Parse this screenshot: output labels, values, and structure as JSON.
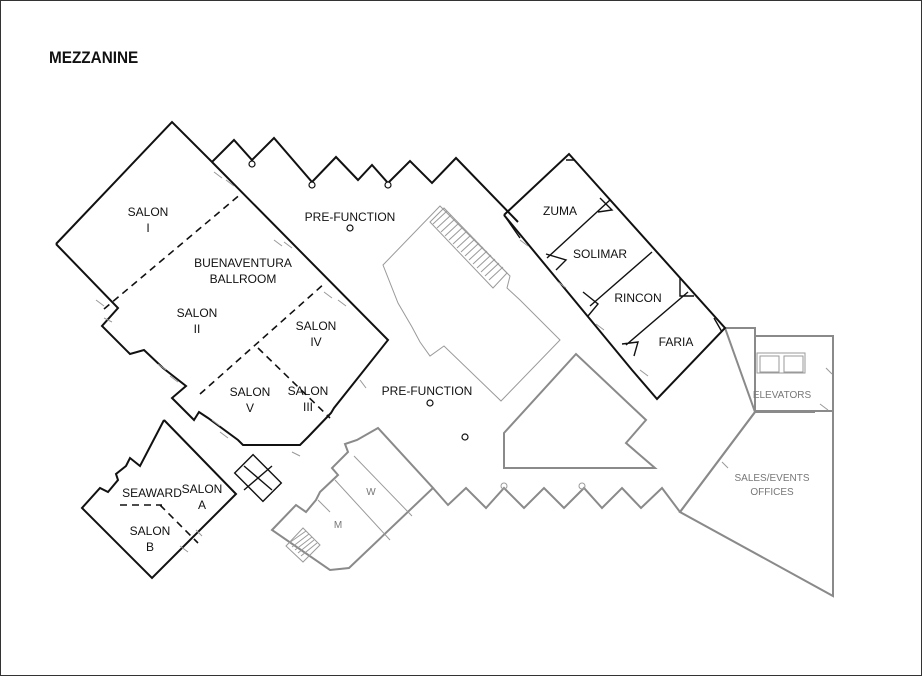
{
  "map": {
    "title": "MEZZANINE",
    "rooms": {
      "salon_1": [
        "SALON",
        "I"
      ],
      "ballroom": [
        "BUENAVENTURA",
        "BALLROOM"
      ],
      "salon_2": [
        "SALON",
        "II"
      ],
      "salon_4": [
        "SALON",
        "IV"
      ],
      "salon_5": [
        "SALON",
        "V"
      ],
      "salon_3": [
        "SALON",
        "III"
      ],
      "seaward": "SEAWARD",
      "salon_a": [
        "SALON",
        "A"
      ],
      "salon_b": [
        "SALON",
        "B"
      ],
      "prefunction_upper": "PRE-FUNCTION",
      "prefunction_lower": "PRE-FUNCTION",
      "zuma": "ZUMA",
      "solimar": "SOLIMAR",
      "rincon": "RINCON",
      "faria": "FARIA",
      "elevators": "ELEVATORS",
      "sales_offices": [
        "SALES/EVENTS",
        "OFFICES"
      ],
      "restroom_women": "W",
      "restroom_men": "M"
    }
  }
}
